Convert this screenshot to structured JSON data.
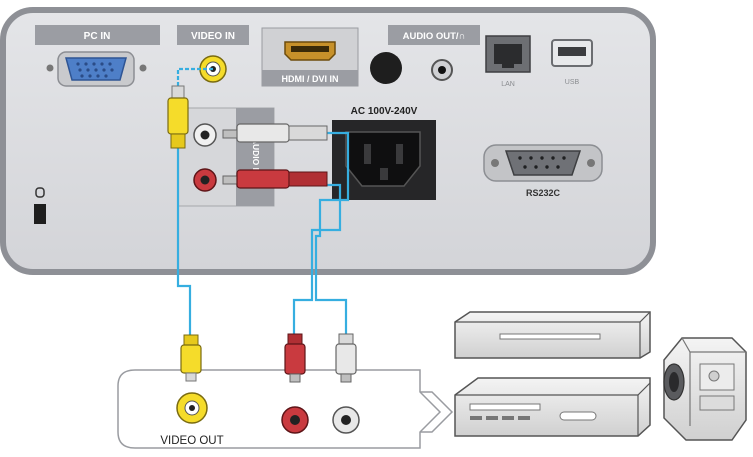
{
  "panel": {
    "pc_in_label": "PC IN",
    "video_in_label": "VIDEO IN",
    "hdmi_label": "HDMI / DVI IN",
    "audio_out_label": "AUDIO OUT/∩",
    "lan_label": "LAN",
    "usb_label": "USB",
    "ac_label": "AC 100V-240V",
    "rs232c_label": "RS232C",
    "audio_in_label": "AUDIO IN"
  },
  "source_box": {
    "video_out_label": "VIDEO OUT"
  },
  "colors": {
    "panel_fill": "#dcdde0",
    "panel_border": "#8e9096",
    "label_tab": "#9b9da3",
    "cable": "#36aee0",
    "plug_yellow": "#f5dc2a",
    "plug_red": "#c93a3f",
    "plug_white": "#e8e8e8",
    "vga_blue": "#4e7fc8"
  }
}
